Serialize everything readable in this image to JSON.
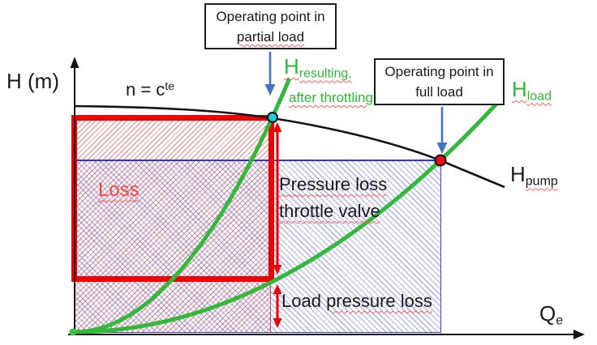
{
  "axes": {
    "y_label": "H (m)",
    "x_label_main": "Q",
    "x_label_sub": "e"
  },
  "labels": {
    "speed_main": "n = c",
    "speed_sup": "te",
    "h_resulting_main": "H",
    "h_resulting_sub": "resulting,",
    "h_resulting_line2": "after throttling",
    "h_load_main": "H",
    "h_load_sub": "load",
    "h_pump_main": "H",
    "h_pump_sub": "pump",
    "loss": "Loss",
    "throttle_loss_line1": "Pressure loss",
    "throttle_loss_line2": "throttle valve",
    "load_loss_word1": "Load ",
    "load_loss_rest": "pressure loss"
  },
  "callouts": {
    "partial_line1": "Operating point in",
    "partial_line2": "partial load",
    "full_line1": "Operating point in",
    "full_line2": "full load"
  },
  "markers": {
    "partial_load_point_color": "#19cbdb",
    "full_load_point_color": "#ec1212",
    "origin_point_color": "#3fc13f"
  },
  "colors": {
    "curve_green": "#33b83a",
    "text_green": "#2dbb33",
    "loss_red": "#ff4242",
    "accent_red": "#ee0000",
    "blue_arrow": "#4472c4",
    "blue_region_border": "#4343cf",
    "pump_curve_black": "#141414"
  },
  "curves": {
    "pump_curve": "H pump characteristic at constant speed",
    "load_curve": "H load system curve",
    "throttled_curve": "H resulting system curve after throttling"
  }
}
